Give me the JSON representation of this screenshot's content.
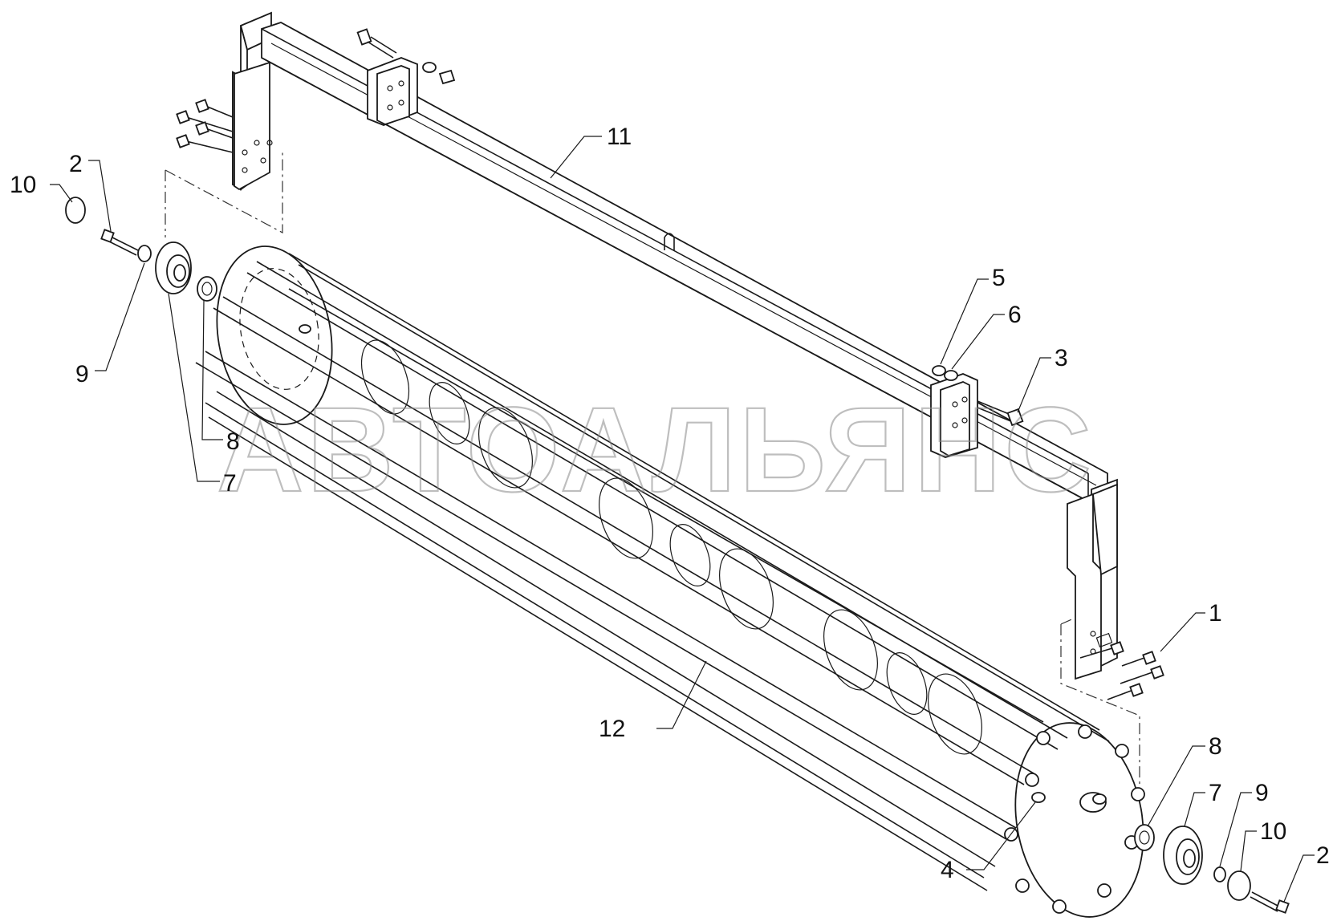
{
  "watermark": "АВТОАЛЬЯНС",
  "callouts": [
    {
      "id": "c10-left",
      "label": "10"
    },
    {
      "id": "c2-left",
      "label": "2"
    },
    {
      "id": "c9-left",
      "label": "9"
    },
    {
      "id": "c8-left",
      "label": "8"
    },
    {
      "id": "c7-left",
      "label": "7"
    },
    {
      "id": "c11",
      "label": "11"
    },
    {
      "id": "c5",
      "label": "5"
    },
    {
      "id": "c6",
      "label": "6"
    },
    {
      "id": "c3",
      "label": "3"
    },
    {
      "id": "c1",
      "label": "1"
    },
    {
      "id": "c12",
      "label": "12"
    },
    {
      "id": "c4",
      "label": "4"
    },
    {
      "id": "c8-right",
      "label": "8"
    },
    {
      "id": "c7-right",
      "label": "7"
    },
    {
      "id": "c9-right",
      "label": "9"
    },
    {
      "id": "c10-right",
      "label": "10"
    },
    {
      "id": "c2-right",
      "label": "2"
    }
  ]
}
